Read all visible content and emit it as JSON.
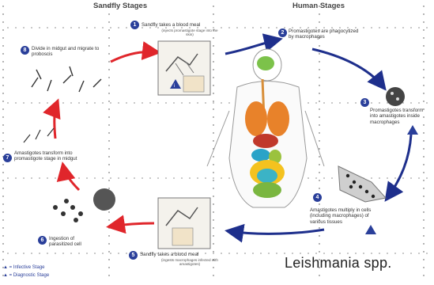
{
  "headers": {
    "sandfly": "Sandfly Stages",
    "human": "Human Stages"
  },
  "steps": {
    "s1": {
      "num": "1",
      "label": "Sandfly takes a blood meal",
      "sub": "(injects promastigote stage into the skin)"
    },
    "s2": {
      "num": "2",
      "label": "Promastigotes are phagocytized by macrophages"
    },
    "s3": {
      "num": "3",
      "label": "Promastigotes transform into amastigotes inside macrophages"
    },
    "s4": {
      "num": "4",
      "label": "Amastigotes multiply in cells (including macrophages) of various tissues"
    },
    "s5": {
      "num": "5",
      "label": "Sandfly takes a blood meal",
      "sub": "(ingests macrophages infected with amastigotes)"
    },
    "s6": {
      "num": "6",
      "label": "Ingestion of parasitized cell"
    },
    "s7": {
      "num": "7",
      "label": "Amastigotes transform into promastigote stage in midgut"
    },
    "s8": {
      "num": "8",
      "label": "Divide in midgut and migrate to proboscis"
    }
  },
  "legend": {
    "infective": "= Infective Stage",
    "diagnostic": "= Diagnostic Stage"
  },
  "caption": "Leishmania spp.",
  "colors": {
    "blue_arrow": "#1e2f8c",
    "red_arrow": "#e0262b",
    "step_badge": "#2a3f9a"
  }
}
